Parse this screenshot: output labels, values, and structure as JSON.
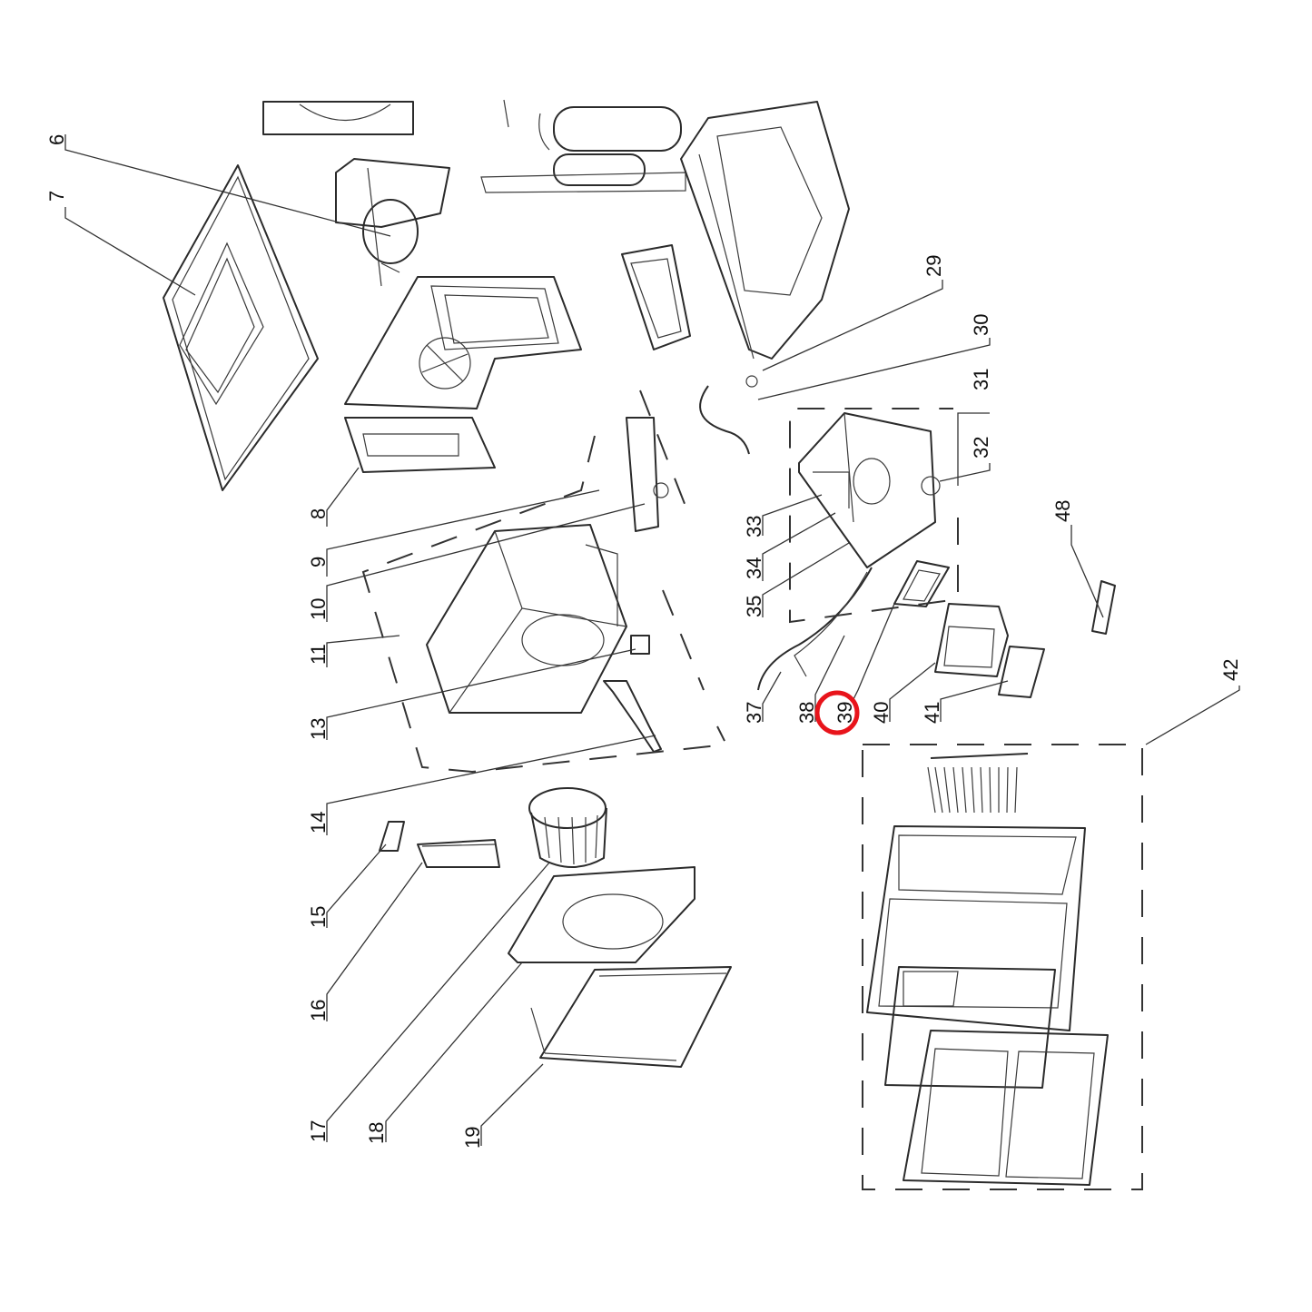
{
  "diagram": {
    "callouts": [
      "6",
      "7",
      "8",
      "9",
      "10",
      "11",
      "13",
      "14",
      "15",
      "16",
      "17",
      "18",
      "19",
      "29",
      "30",
      "31",
      "32",
      "33",
      "34",
      "35",
      "37",
      "38",
      "39",
      "40",
      "41",
      "42",
      "48"
    ],
    "highlighted_callout": "39",
    "highlight_color": "#e8141b"
  }
}
